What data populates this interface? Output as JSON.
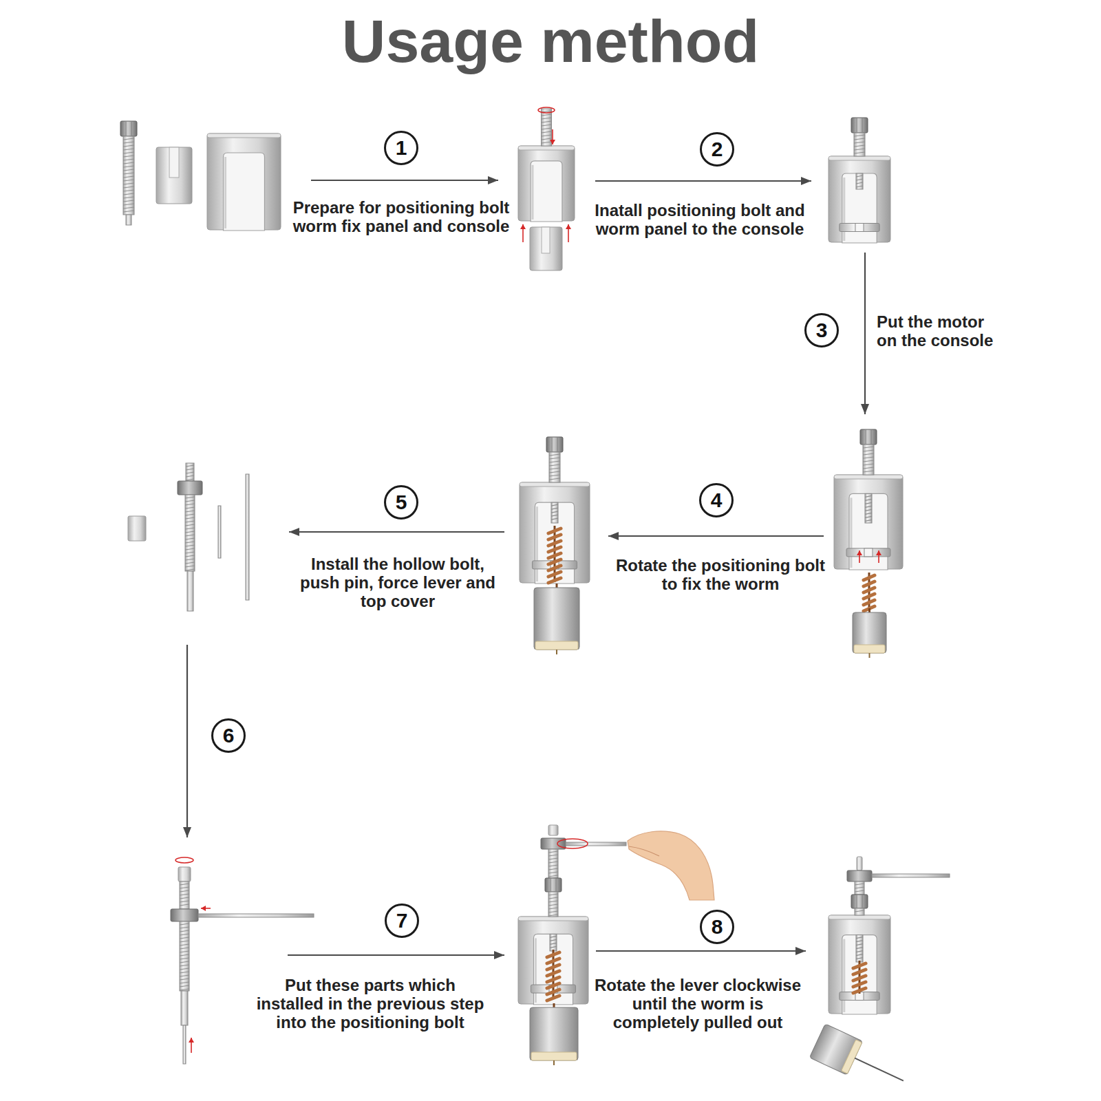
{
  "diagram": {
    "title": "Usage method",
    "nodes": [
      {
        "text": [
          "1"
        ]
      },
      {
        "text": [
          "2"
        ]
      },
      {
        "text": [
          "3"
        ]
      },
      {
        "text": [
          "4"
        ]
      },
      {
        "text": [
          "5"
        ]
      },
      {
        "text": [
          "6"
        ]
      },
      {
        "text": [
          "7"
        ]
      },
      {
        "text": [
          "8"
        ]
      }
    ],
    "labels": [
      "Prepare for positioning bolt worm fix panel and console",
      "Inatall positioning bolt and worm panel to the console",
      "Put the motor on the console",
      "Rotate the positioning bolt to fix the worm",
      "Install the hollow bolt, push pin, force lever and top cover",
      "Put these parts which installed in the previous step into the positioning bolt",
      "Rotate the lever clockwise until the worm is completely pulled out"
    ]
  }
}
